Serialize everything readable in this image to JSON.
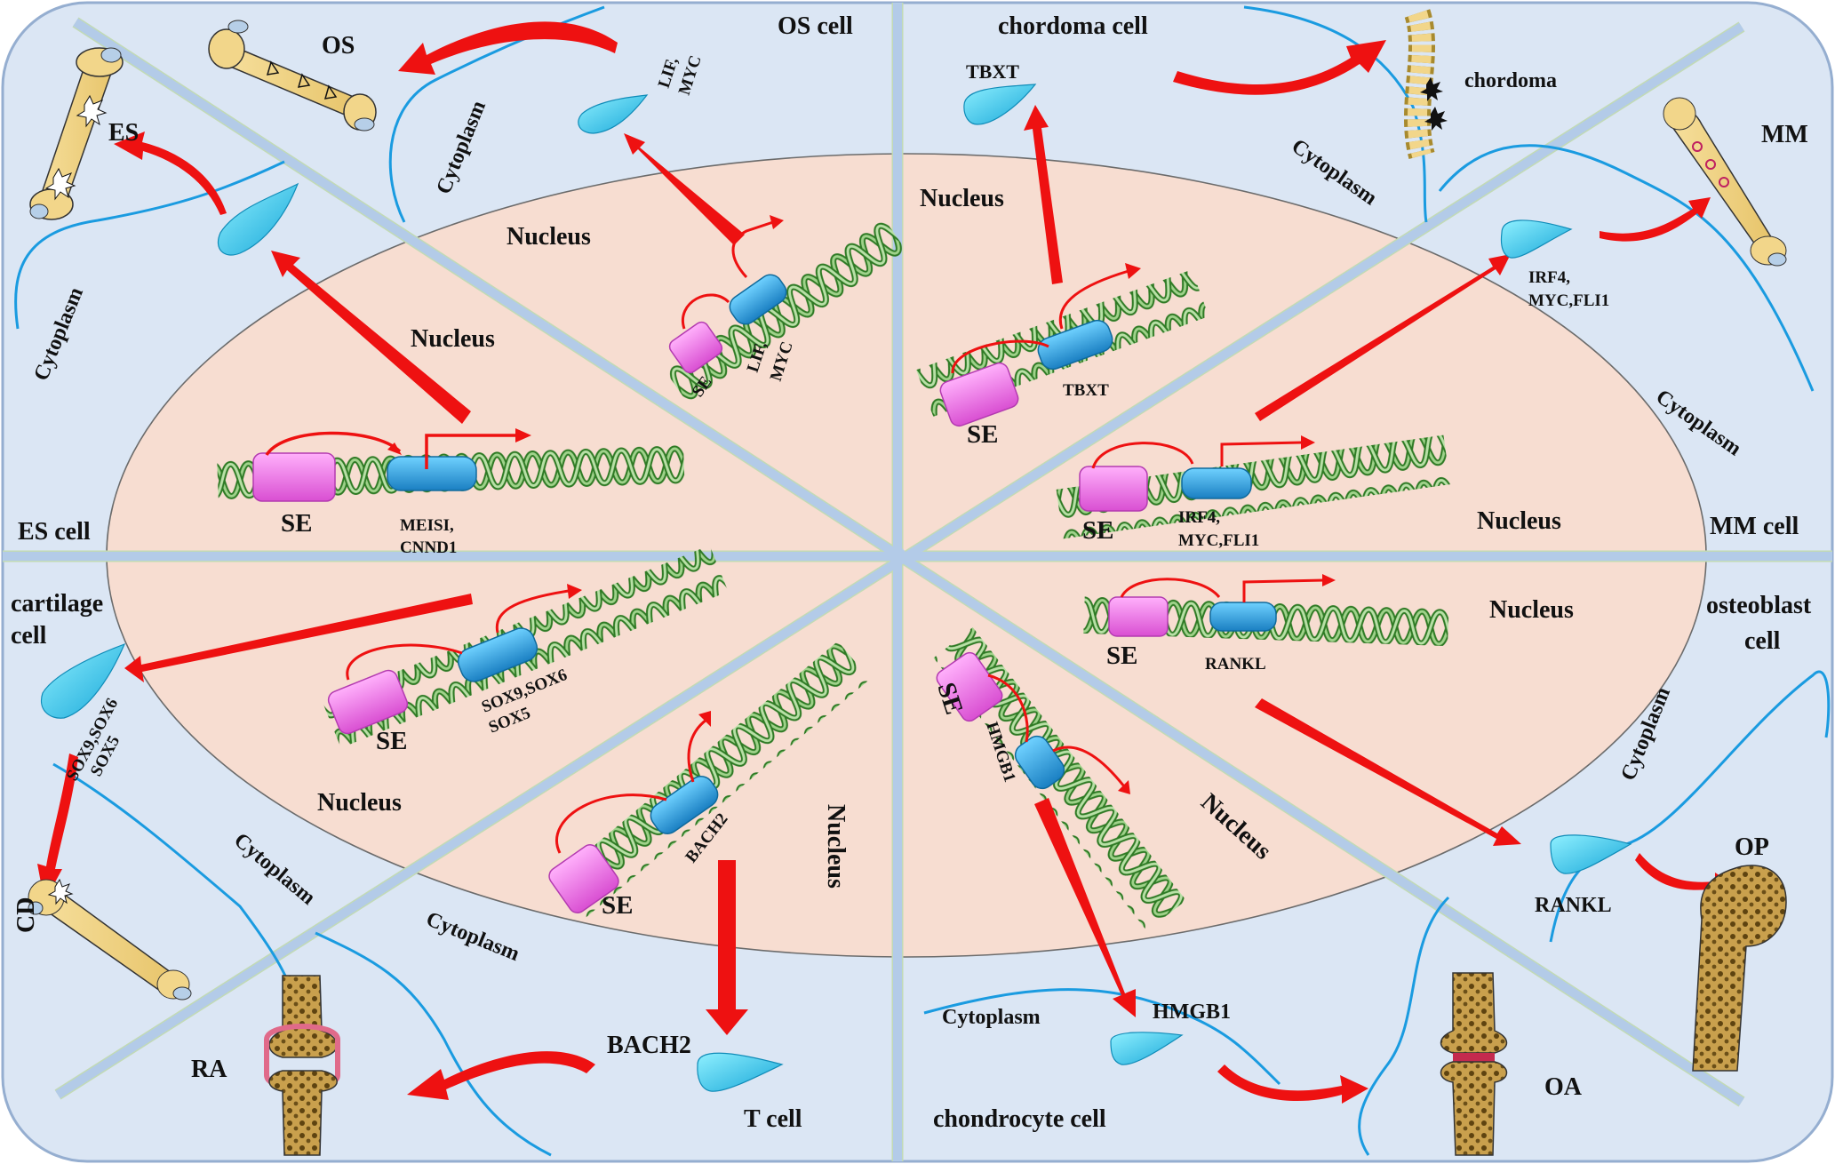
{
  "cells": {
    "es": "ES cell",
    "os": "OS cell",
    "chordoma": "chordoma cell",
    "mm": "MM cell",
    "osteoblast_line1": "osteoblast",
    "osteoblast_line2": "cell",
    "chondrocyte": "chondrocyte  cell",
    "tcell": "T  cell",
    "cartilage_line1": "cartilage",
    "cartilage_line2": "cell"
  },
  "diseases": {
    "es": "ES",
    "os": "OS",
    "chordoma": "chordoma",
    "mm": "MM",
    "op": "OP",
    "oa": "OA",
    "ra": "RA",
    "cd": "CD"
  },
  "compartments": {
    "nucleus": "Nucleus",
    "cytoplasm": "Cytoplasm"
  },
  "elements": {
    "se": "SE"
  },
  "genes": {
    "es_line1": "MEISI,",
    "es_line2": "CNND1",
    "os_line1": "LIF,",
    "os_line2": "MYC",
    "chordoma": "TBXT",
    "mm_line1": "IRF4,",
    "mm_line2": "MYC,FLI1",
    "osteoblast": "RANKL",
    "chondrocyte": "HMGB1",
    "tcell": "BACH2",
    "cartilage_line1": "SOX9,SOX6",
    "cartilage_line2": "SOX5"
  },
  "colors": {
    "background": "#dbe6f4",
    "nucleus": "#f7ddd1",
    "membrane": "#1a9be0",
    "divider_blue": "#b3cbe8",
    "divider_green": "#c4dcb6",
    "arrow": "#ee1111",
    "se_box": "#ef7eea",
    "gene_box": "#2aa3df",
    "protein": "#2cc8ea",
    "dna": "#4b9b3a"
  }
}
